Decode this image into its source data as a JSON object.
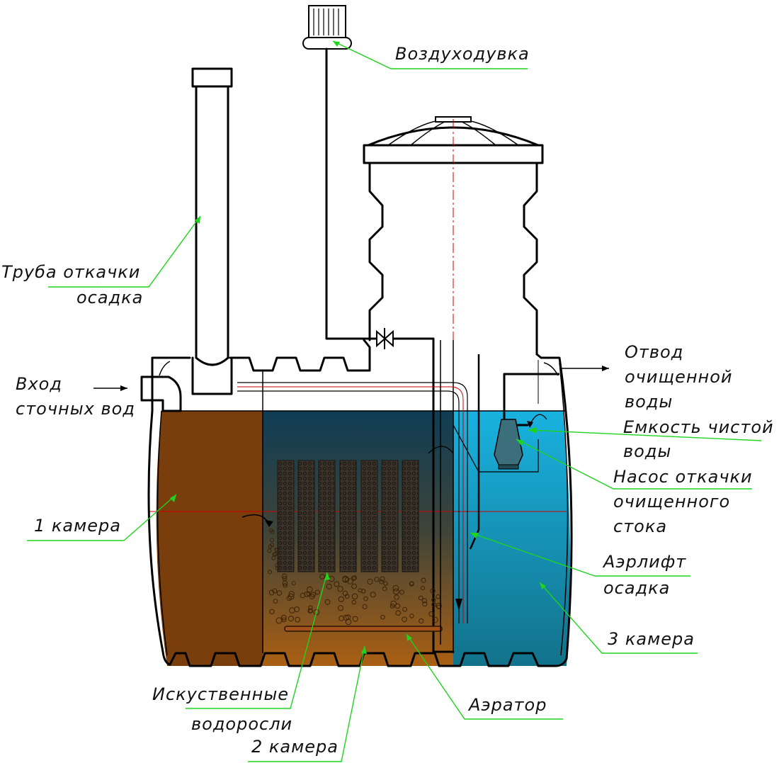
{
  "labels": {
    "blower": "Воздуходувка",
    "sludge_pipe_1": "Труба откачки",
    "sludge_pipe_2": "осадка",
    "inlet_1": "Вход",
    "inlet_2": "сточных вод",
    "outlet_1": "Отвод",
    "outlet_2": "очищенной",
    "outlet_3": "воды",
    "clean_tank_1": "Емкость чистой",
    "clean_tank_2": "воды",
    "pump_1": "Насос откачки",
    "pump_2": "очищенного",
    "pump_3": "стока",
    "chamber1": "1 камера",
    "airlift_1": "Аэрлифт",
    "airlift_2": "осадка",
    "chamber3": "3 камера",
    "algae_1": "Искуственные",
    "algae_2": "водоросли",
    "aerator": "Аэратор",
    "chamber2": "2 камера"
  },
  "colors": {
    "chamber1": "#7a3d0c",
    "chamber2_top": "#0f3d55",
    "chamber2_bottom": "#b5620f",
    "chamber3_top": "#19b2e0",
    "chamber3_bottom": "#126e86",
    "leader": "#1fd31f",
    "axis": "#cc0000"
  }
}
